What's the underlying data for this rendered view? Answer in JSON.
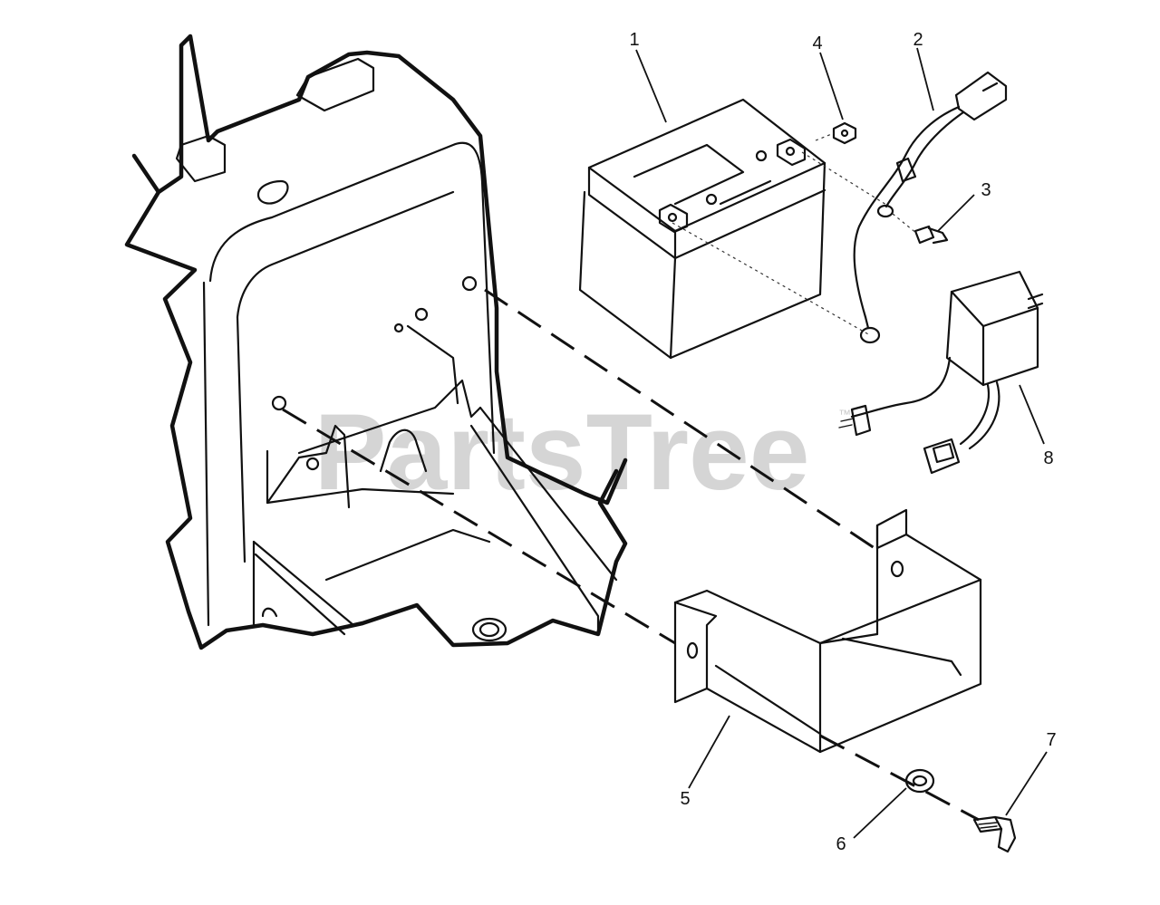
{
  "watermark": {
    "text": "PartsTree",
    "trademark": "™"
  },
  "callouts": [
    {
      "id": "1",
      "label": "1"
    },
    {
      "id": "2",
      "label": "2"
    },
    {
      "id": "3",
      "label": "3"
    },
    {
      "id": "4",
      "label": "4"
    },
    {
      "id": "5",
      "label": "5"
    },
    {
      "id": "6",
      "label": "6"
    },
    {
      "id": "7",
      "label": "7"
    },
    {
      "id": "8",
      "label": "8"
    }
  ]
}
